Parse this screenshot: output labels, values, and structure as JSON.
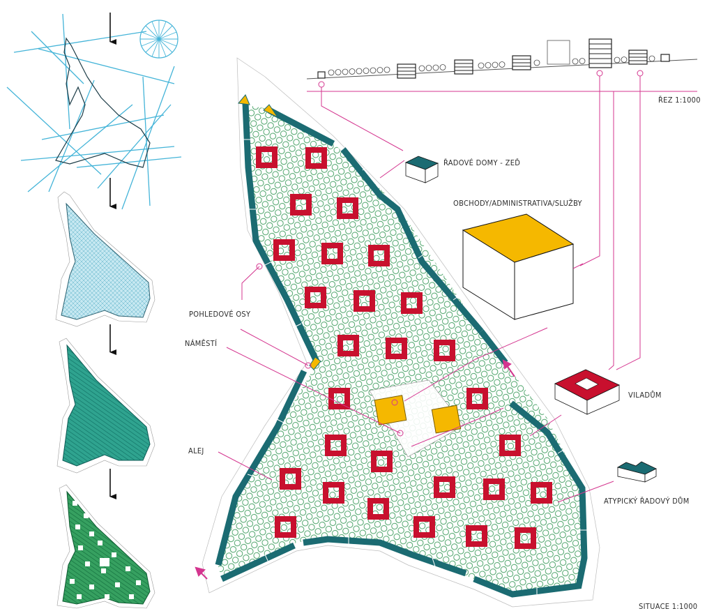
{
  "section_label": "ŘEZ 1:1000",
  "site_label": "SITUACE 1:1000",
  "labels": {
    "row_houses_wall": "ŘADOVÉ DOMY - ZEĎ",
    "shops": "OBCHODY/ADMINISTRATIVA/SLUŽBY",
    "view_axes": "POHLEDOVÉ OSY",
    "square": "NÁMĚSTÍ",
    "villa_house": "VILADŮM",
    "alley": "ALEJ",
    "atypical_house": "ATYPICKÝ ŘADOVÝ DŮM"
  },
  "colors": {
    "wall": "#1b6b72",
    "villa": "#c8102e",
    "commercial": "#f5b800",
    "trees": "#3a9a5a",
    "leader": "#d4358f",
    "sketch_lines": "#44b4d8",
    "stage_blue": "#bfe6ef",
    "stage_teal": "#2e9e8e",
    "stage_green": "#2f9a5e"
  },
  "icons": [
    "north-arrow-icon",
    "wind-rose-icon",
    "access-arrow-icon"
  ]
}
